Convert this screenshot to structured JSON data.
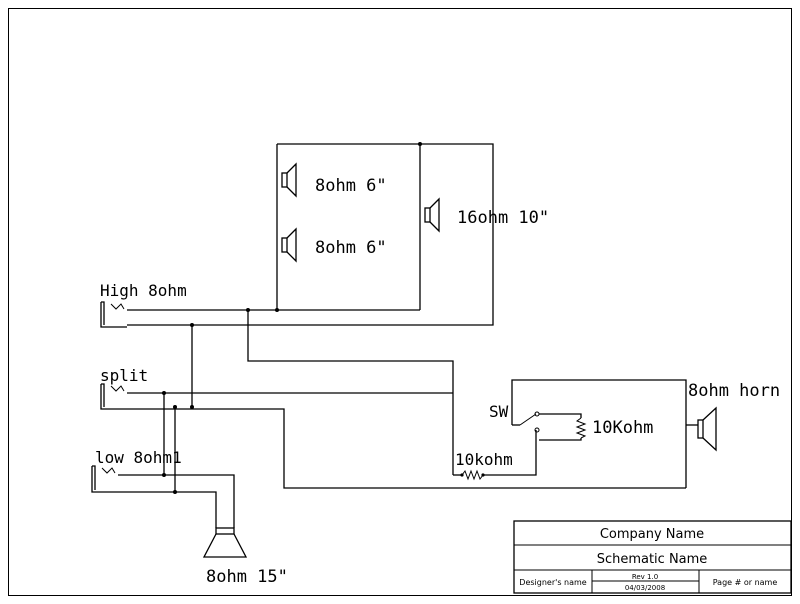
{
  "labels": {
    "high_jack": "High 8ohm",
    "split_jack": "split",
    "low_jack": "low 8ohm1",
    "speaker_top": "8ohm 6\"",
    "speaker_mid": "8ohm 6\"",
    "speaker_16": "16ohm 10\"",
    "speaker_15": "8ohm 15\"",
    "horn": "8ohm horn",
    "switch": "SW",
    "resistor_sw": "10Kohm",
    "resistor_in": "10kohm"
  },
  "title_block": {
    "company": "Company Name",
    "schematic": "Schematic Name",
    "designer": "Designer's name",
    "rev": "Rev 1.0",
    "date": "04/03/2008",
    "page": "Page # or name"
  }
}
